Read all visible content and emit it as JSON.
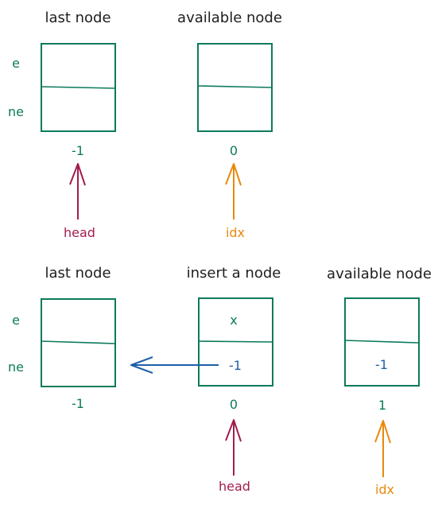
{
  "top": {
    "node_a_title": "last node",
    "node_b_title": "available node",
    "row_e": "e",
    "row_ne": "ne",
    "node_a_index": "-1",
    "node_b_index": "0",
    "pointer_a": "head",
    "pointer_b": "idx"
  },
  "bottom": {
    "node_a_title": "last node",
    "node_b_title": "insert a node",
    "node_c_title": "available node",
    "row_e": "e",
    "row_ne": "ne",
    "node_b_e_value": "x",
    "node_b_ne_value": "-1",
    "node_c_ne_value": "-1",
    "node_a_index": "-1",
    "node_b_index": "0",
    "node_c_index": "1",
    "pointer_b": "head",
    "pointer_c": "idx"
  },
  "colors": {
    "node_green": "#0c7a5c",
    "head_red": "#a21d4f",
    "idx_orange": "#e8890c",
    "link_blue": "#1f5fa8",
    "title_black": "#1e1e1e"
  }
}
